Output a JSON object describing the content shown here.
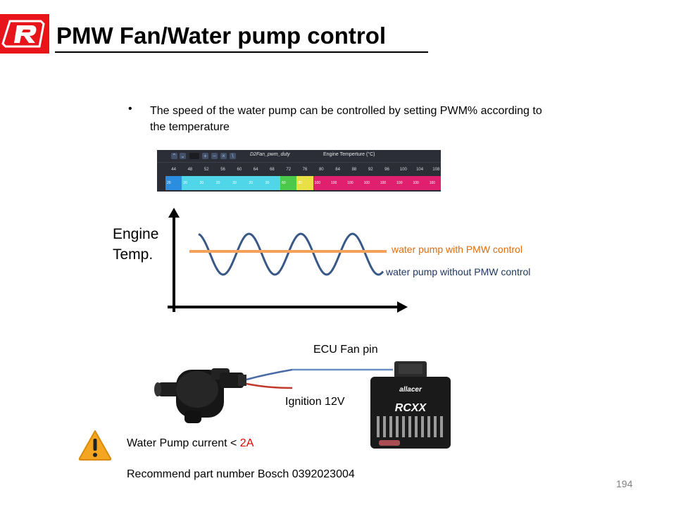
{
  "title": "PMW Fan/Water pump control",
  "bullet": "The speed of the water pump can be controlled by setting PWM% according to the temperature",
  "table": {
    "name": "D2Fan_pwm_duty",
    "axis_label": "Engine Temperture (°C)",
    "temps": [
      "44",
      "48",
      "52",
      "56",
      "60",
      "64",
      "68",
      "72",
      "76",
      "80",
      "84",
      "88",
      "92",
      "96",
      "100",
      "104",
      "108"
    ],
    "duty": [
      "20",
      "20",
      "20",
      "20",
      "20",
      "20",
      "20",
      "60",
      "80",
      "100",
      "100",
      "100",
      "100",
      "100",
      "100",
      "100",
      "100"
    ],
    "cell_colors": [
      "#2a8de0",
      "#4fd6e8",
      "#4fd6e8",
      "#4fd6e8",
      "#4fd6e8",
      "#4fd6e8",
      "#4fd6e8",
      "#4cc94a",
      "#e8e045",
      "#e0206e",
      "#e0206e",
      "#e0206e",
      "#e0206e",
      "#e0206e",
      "#e0206e",
      "#e0206e",
      "#e0206e"
    ]
  },
  "graph": {
    "ylabel_line1": "Engine",
    "ylabel_line2": "Temp.",
    "legend_with": "water pump with PMW control",
    "legend_without": "water pump without PMW control",
    "color_with": "#f4a15c",
    "color_without": "#385987"
  },
  "wiring": {
    "ecu_fan_pin": "ECU Fan pin",
    "ignition": "Ignition 12V",
    "ecu_brand": "allacer",
    "ecu_model": "RCXX"
  },
  "warning": {
    "current_prefix": "Water Pump current < ",
    "current_value": "2A",
    "part": "Recommend part number Bosch 0392023004"
  },
  "page_number": "194"
}
